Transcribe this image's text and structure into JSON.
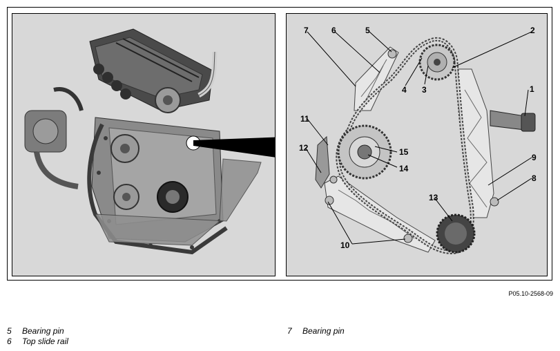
{
  "figure_code": "P05.10-2568-09",
  "callouts": {
    "c1": "1",
    "c2": "2",
    "c3": "3",
    "c4": "4",
    "c5": "5",
    "c6": "6",
    "c7": "7",
    "c8": "8",
    "c9": "9",
    "c10": "10",
    "c11": "11",
    "c12": "12",
    "c13": "13",
    "c14": "14",
    "c15": "15"
  },
  "legend": [
    {
      "number": "5",
      "label": "Bearing pin"
    },
    {
      "number": "6",
      "label": "Top slide rail"
    },
    {
      "number": "7",
      "label": "Bearing pin"
    }
  ]
}
